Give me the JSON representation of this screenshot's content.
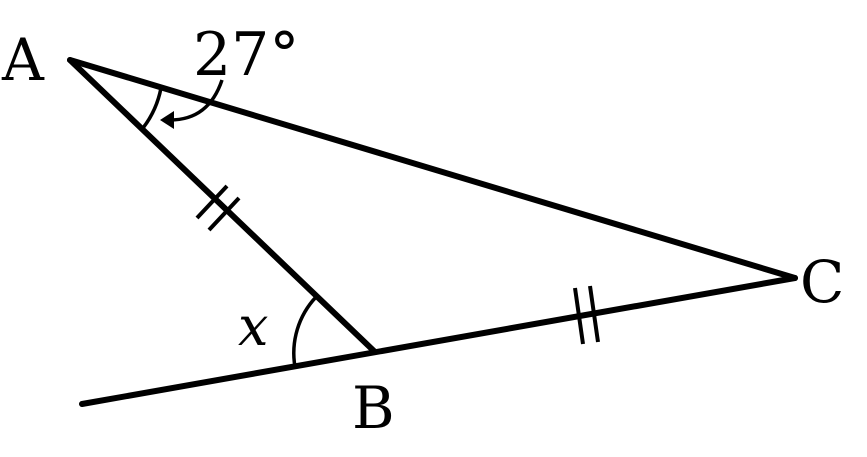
{
  "diagram": {
    "vertices": {
      "a": "A",
      "b": "B",
      "c": "C"
    },
    "angle_at_a": "27°",
    "unknown_angle": "x",
    "equal_sides": [
      "AB",
      "BC"
    ]
  }
}
